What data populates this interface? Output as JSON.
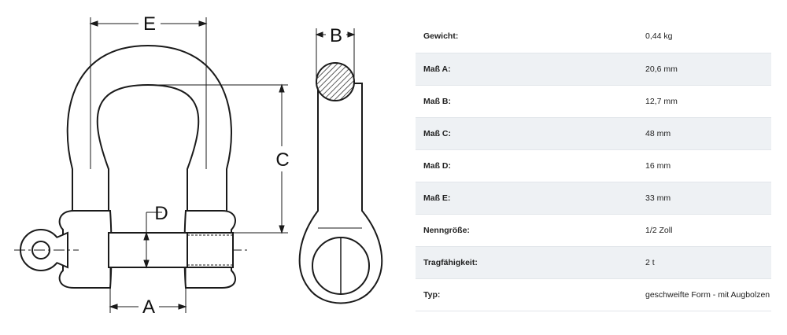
{
  "drawing": {
    "labels": {
      "E": "E",
      "B": "B",
      "C": "C",
      "D": "D",
      "A": "A"
    },
    "colors": {
      "line": "#1a1a1a",
      "fill": "#ffffff",
      "hatch": "#333333"
    }
  },
  "specs": {
    "colors": {
      "stripe": "#eef1f4",
      "text": "#222222"
    },
    "rows": [
      {
        "label": "Gewicht:",
        "value": "0,44 kg"
      },
      {
        "label": "Maß A:",
        "value": "20,6 mm"
      },
      {
        "label": "Maß B:",
        "value": "12,7 mm"
      },
      {
        "label": "Maß C:",
        "value": "48 mm"
      },
      {
        "label": "Maß D:",
        "value": "16 mm"
      },
      {
        "label": "Maß E:",
        "value": "33 mm"
      },
      {
        "label": "Nenngröße:",
        "value": "1/2 Zoll"
      },
      {
        "label": "Tragfähigkeit:",
        "value": "2 t"
      },
      {
        "label": "Typ:",
        "value": "geschweifte Form - mit Augbolzen"
      }
    ]
  }
}
